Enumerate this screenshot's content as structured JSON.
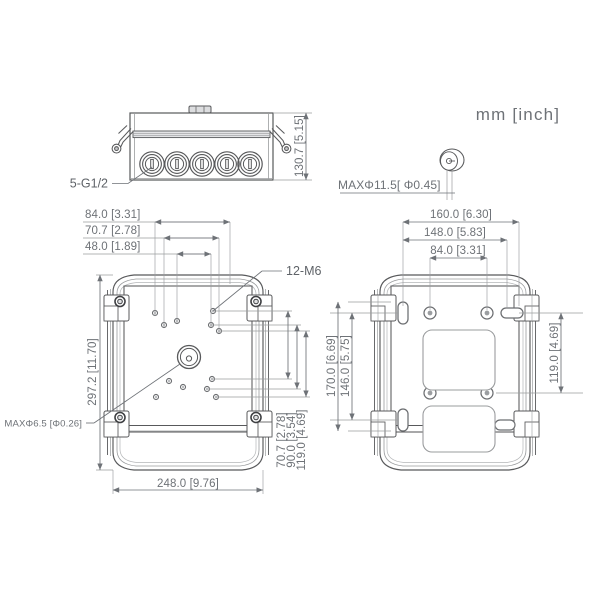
{
  "drawing": {
    "units_note": "mm [inch]",
    "background_color": "#ffffff",
    "line_color": "#58595b",
    "dim_color": "#6e7277",
    "accent_color": "#8a8d91"
  },
  "views": {
    "top_left": {
      "name": "side-elevation-view",
      "labels": {
        "gland_callout": "5-G1/2",
        "height_dim": "130.7 [5.15]"
      }
    },
    "bottom_left": {
      "name": "rear-plate-view",
      "labels": {
        "dim_84": "84.0 [3.31]",
        "dim_70_7_top": "70.7 [2.78]",
        "dim_48": "48.0 [1.89]",
        "callout_12_m6": "12-M6",
        "dim_297_2": "297.2 [11.70]",
        "callout_max_phi_6_5": "MAXΦ6.5 [Φ0.26]",
        "dim_70_7_right": "70.7 [2.78]",
        "dim_90": "90.0 [3.54]",
        "dim_119_right": "119.0 [4.69]",
        "dim_248": "248.0 [9.76]"
      }
    },
    "right": {
      "name": "front-plate-view",
      "labels": {
        "callout_max_phi_11_5": "MAXΦ11.5[ Φ0.45]",
        "dim_160": "160.0 [6.30]",
        "dim_148": "148.0 [5.83]",
        "dim_84": "84.0 [3.31]",
        "dim_170": "170.0 [6.69]",
        "dim_146": "146.0 [5.75]",
        "dim_119": "119.0 [4.69]"
      }
    }
  }
}
